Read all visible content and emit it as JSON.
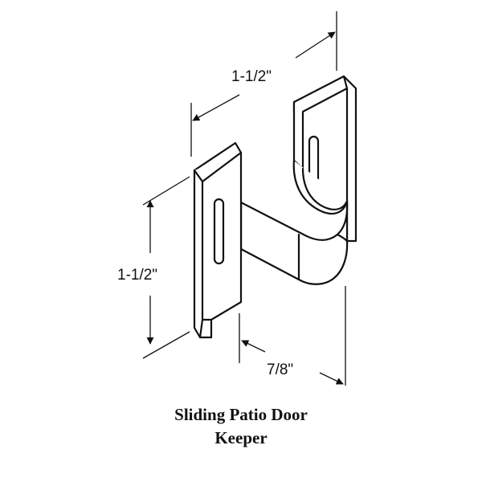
{
  "drawing": {
    "subject": "sliding patio door keeper",
    "line_color": "#111111",
    "fill_color": "#ffffff"
  },
  "dimensions": {
    "top_width": "1-1/2\"",
    "height": "1-1/2\"",
    "depth": "7/8\""
  },
  "caption": {
    "line1": "Sliding Patio Door",
    "line2": "Keeper"
  }
}
